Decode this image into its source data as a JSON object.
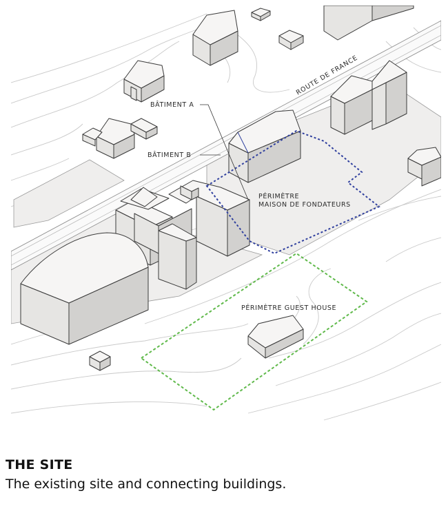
{
  "labels": {
    "road": "ROUTE DE FRANCE",
    "batiment_a": "BÂTIMENT A",
    "batiment_b": "BÂTIMENT B",
    "perimetre_fondateurs_1": "PÉRIMÈTRE",
    "perimetre_fondateurs_2": "MAISON DE FONDATEURS",
    "perimetre_guest": "PÉRIMÈTRE GUEST HOUSE"
  },
  "caption": {
    "title": "THE SITE",
    "subtitle": "The existing site and connecting buildings."
  },
  "colors": {
    "fondateurs_outline": "#2f3f9e",
    "guest_outline": "#5fb94a",
    "building_stroke": "#3a3a3a"
  }
}
